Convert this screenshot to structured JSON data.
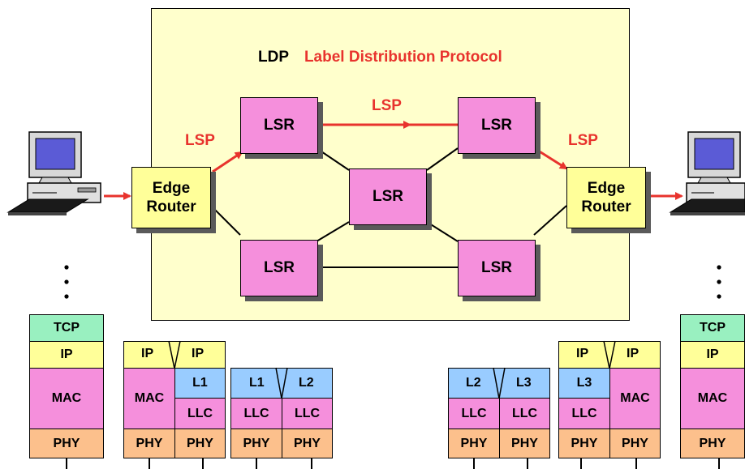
{
  "diagram": {
    "title_abbr": "LDP",
    "title_full": "Label Distribution Protocol",
    "lsp_label": "LSP",
    "lsr_label": "LSR",
    "edge_router_left": [
      "Edge",
      "Router"
    ],
    "edge_router_right": [
      "Edge",
      "Router"
    ],
    "colors": {
      "ldp_area": "#ffffcc",
      "lsr": "#f58fdc",
      "edge_router": "#ffff99",
      "lsp_arrow": "#e8332d",
      "tcp": "#99f0c0",
      "ip": "#ffff99",
      "mac_llc": "#f58fdc",
      "l_layer": "#99ccff",
      "phy": "#fcc08c"
    },
    "icons": [
      "computer-icon-left",
      "computer-icon-right"
    ]
  },
  "stacks": {
    "host_left": {
      "tcp": "TCP",
      "ip": "IP",
      "mac": "MAC",
      "phy": "PHY"
    },
    "edge_left": {
      "ip_a": "IP",
      "ip_b": "IP",
      "mac": "MAC",
      "l1": "L1",
      "llc": "LLC",
      "phy_a": "PHY",
      "phy_b": "PHY"
    },
    "lsr_left": {
      "l1": "L1",
      "l2": "L2",
      "llc_a": "LLC",
      "llc_b": "LLC",
      "phy_a": "PHY",
      "phy_b": "PHY"
    },
    "lsr_right": {
      "l2": "L2",
      "l3": "L3",
      "llc_a": "LLC",
      "llc_b": "LLC",
      "phy_a": "PHY",
      "phy_b": "PHY"
    },
    "edge_right": {
      "ip_a": "IP",
      "ip_b": "IP",
      "l3": "L3",
      "mac": "MAC",
      "llc": "LLC",
      "phy_a": "PHY",
      "phy_b": "PHY"
    },
    "host_right": {
      "tcp": "TCP",
      "ip": "IP",
      "mac": "MAC",
      "phy": "PHY"
    }
  }
}
